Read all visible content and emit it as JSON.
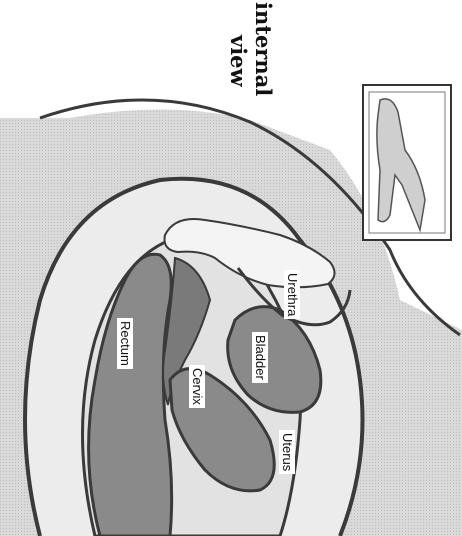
{
  "title": {
    "line1": "internal",
    "line2": "view"
  },
  "labels": {
    "urethra": "Urethra",
    "bladder": "Bladder",
    "cervix": "Cervix",
    "uterus": "Uterus",
    "rectum": "Rectum"
  },
  "colors": {
    "background_tint": "#d6d6d6",
    "organ": "#8a8a8a",
    "outline": "#3a3a3a",
    "paper": "#ffffff"
  }
}
